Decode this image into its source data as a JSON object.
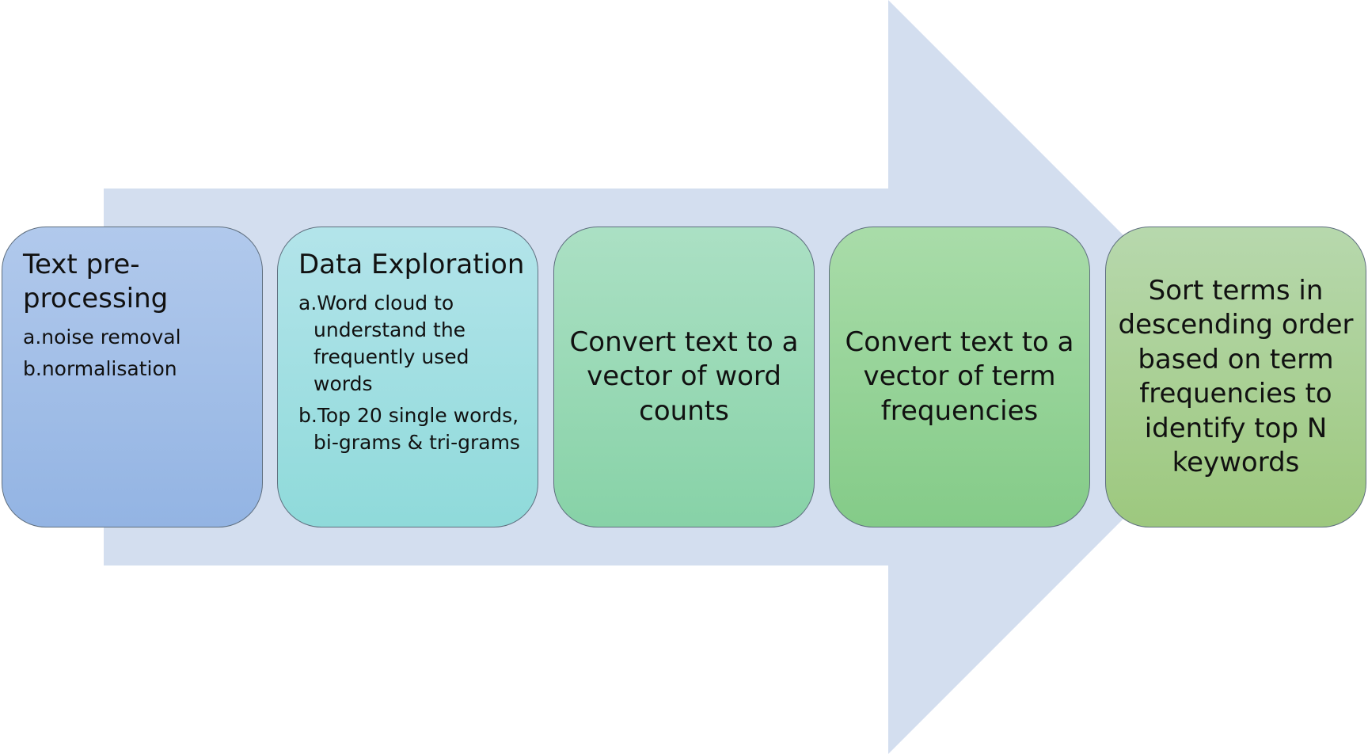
{
  "colors": {
    "arrow": "#d3deef",
    "box_border": "#5f6f7f",
    "step_1": [
      "#b1c9ec",
      "#93b4e3"
    ],
    "step_2": [
      "#b3e4ea",
      "#8fdada"
    ],
    "step_3": [
      "#abe0c4",
      "#87d2a7"
    ],
    "step_4": [
      "#a9dca9",
      "#84cb88"
    ],
    "step_5": [
      "#b7d8ad",
      "#9dc87e"
    ]
  },
  "steps": [
    {
      "title": "Text pre-processing",
      "items": [
        "a.noise removal",
        "b.normalisation"
      ]
    },
    {
      "title": "Data Exploration",
      "items": [
        "a.Word cloud to understand the frequently used words",
        "b.Top 20 single words, bi-grams & tri-grams"
      ]
    },
    {
      "text": "Convert text to a vector of word counts"
    },
    {
      "text": "Convert text to a vector of term frequencies"
    },
    {
      "text": "Sort terms in descending order based on term frequencies to identify top N keywords"
    }
  ]
}
